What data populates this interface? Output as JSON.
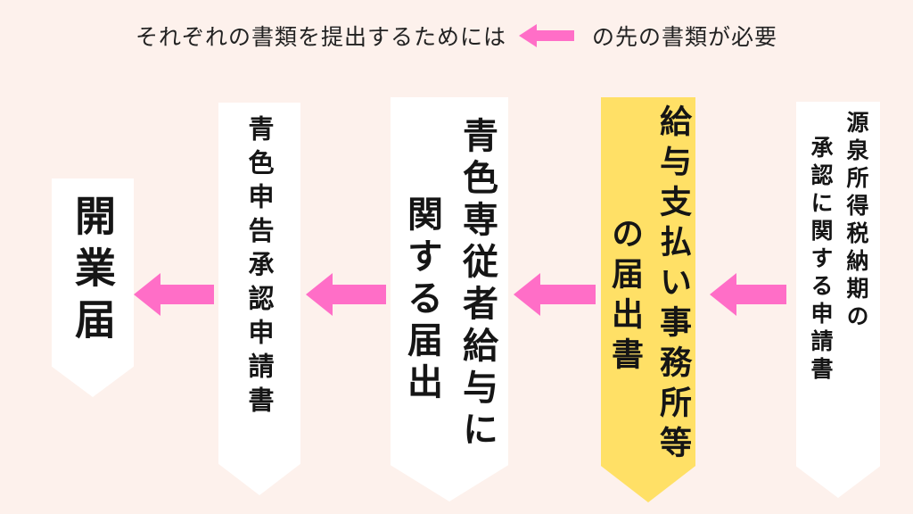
{
  "header": {
    "text_before": "それぞれの書類を提出するためには",
    "text_after": "の先の書類が必要"
  },
  "documents": [
    {
      "lines": [
        "源泉所得税納期の",
        "承認に関する申請書"
      ],
      "highlight": false
    },
    {
      "lines": [
        "給与支払い事務所等",
        "の届出書"
      ],
      "highlight": true
    },
    {
      "lines": [
        "青色専従者給与に",
        "関する届出"
      ],
      "highlight": false
    },
    {
      "lines": [
        "青色申告承認申請書"
      ],
      "highlight": false
    },
    {
      "lines": [
        "開業届"
      ],
      "highlight": false
    }
  ],
  "colors": {
    "arrow": "#ff6ec7",
    "highlight_card": "#ffe066",
    "card": "#ffffff",
    "background": "#fdf1ec"
  }
}
